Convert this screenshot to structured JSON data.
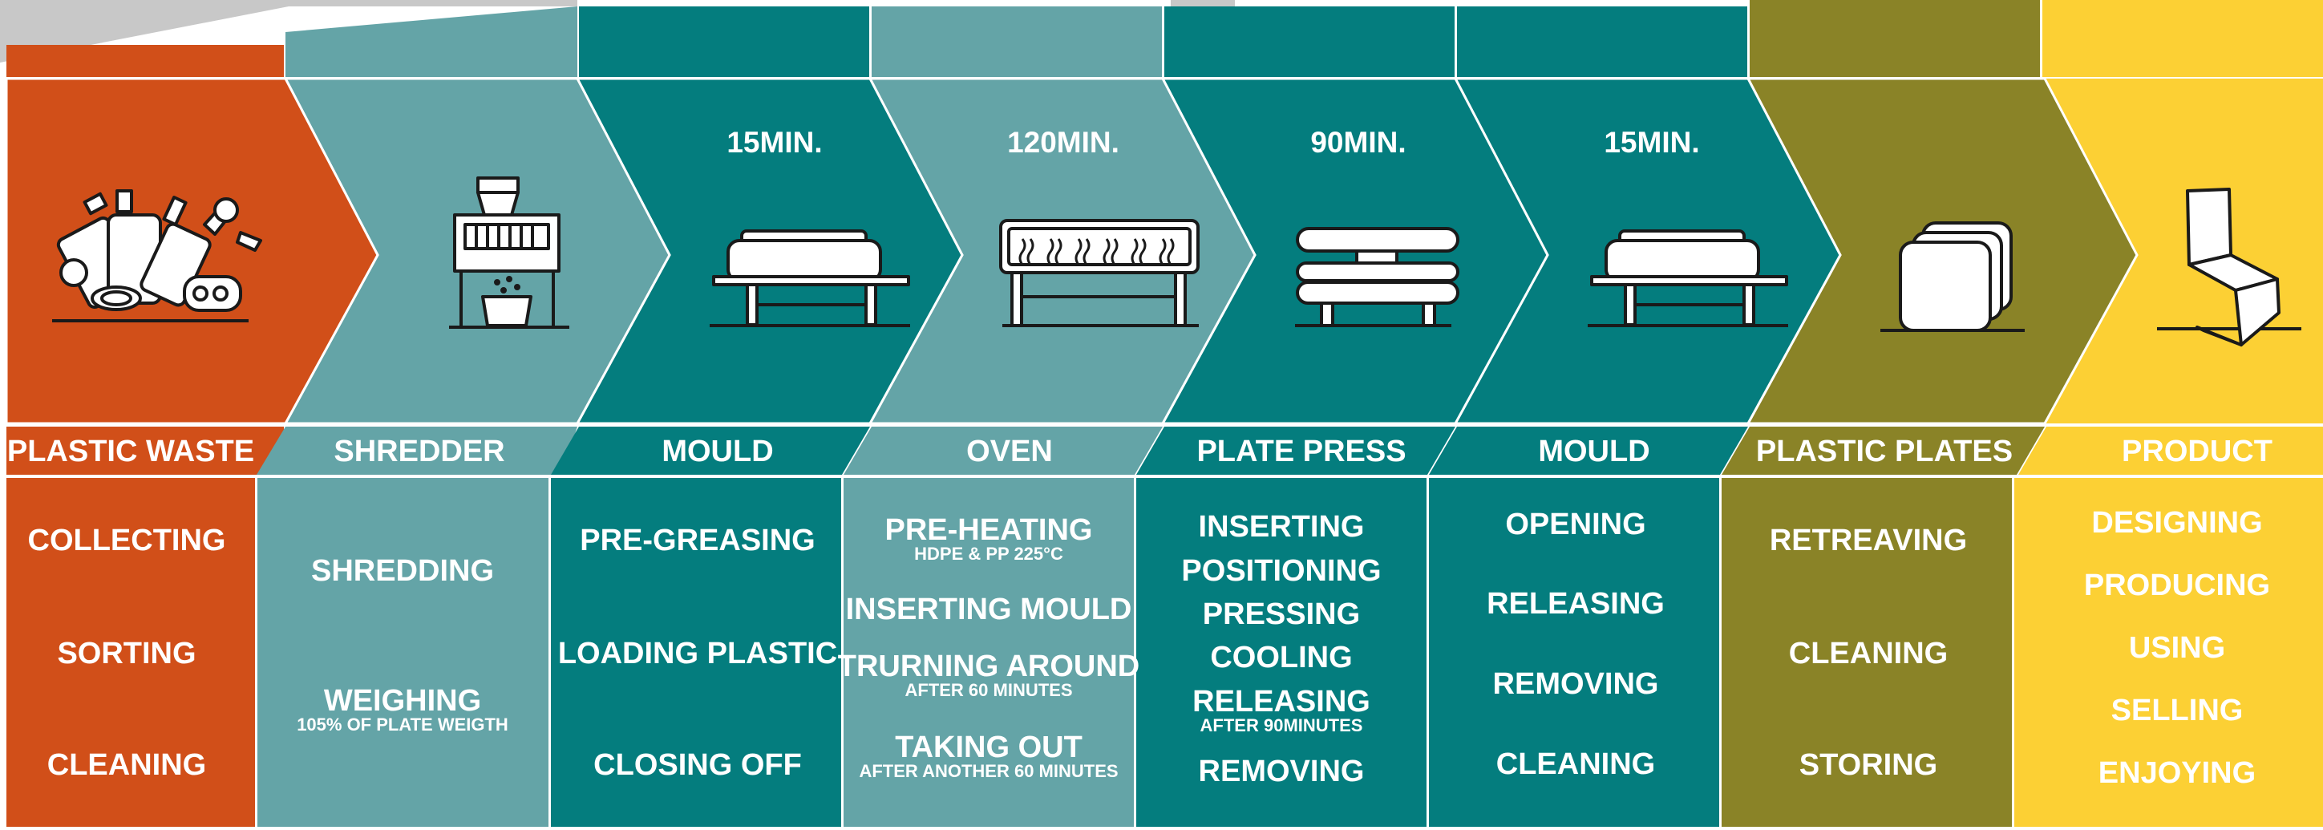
{
  "colors": {
    "orange": "#D14F19",
    "light_teal": "#64A4A7",
    "teal": "#047D7E",
    "olive": "#8A8327",
    "yellow": "#FCD034",
    "grey": "#C8C8C8",
    "white": "#FFFFFF"
  },
  "top_banner_text": "",
  "stages": [
    {
      "id": "plastic-waste",
      "color": "#D14F19",
      "time": "",
      "icon": "plastic-waste-icon",
      "label": "PLASTIC WASTE",
      "steps": [
        {
          "text": "COLLECTING",
          "note": ""
        },
        {
          "text": "SORTING",
          "note": ""
        },
        {
          "text": "CLEANING",
          "note": ""
        }
      ]
    },
    {
      "id": "shredder",
      "color": "#64A4A7",
      "time": "",
      "icon": "shredder-icon",
      "label": "SHREDDER",
      "steps": [
        {
          "text": "SHREDDING",
          "note": ""
        },
        {
          "text": "WEIGHING",
          "note": "105% OF PLATE WEIGTH"
        }
      ]
    },
    {
      "id": "mould-1",
      "color": "#047D7E",
      "time": "15MIN.",
      "icon": "mould-icon",
      "label": "MOULD",
      "steps": [
        {
          "text": "PRE-GREASING",
          "note": ""
        },
        {
          "text": "LOADING PLASTIC",
          "note": ""
        },
        {
          "text": "CLOSING OFF",
          "note": ""
        }
      ]
    },
    {
      "id": "oven",
      "color": "#64A4A7",
      "time": "120MIN.",
      "icon": "oven-icon",
      "label": "OVEN",
      "steps": [
        {
          "text": "PRE-HEATING",
          "note": "HDPE & PP 225°C"
        },
        {
          "text": "INSERTING MOULD",
          "note": ""
        },
        {
          "text": "TRURNING AROUND",
          "note": "AFTER 60 MINUTES"
        },
        {
          "text": "TAKING OUT",
          "note": "AFTER ANOTHER 60 MINUTES"
        }
      ]
    },
    {
      "id": "plate-press",
      "color": "#047D7E",
      "time": "90MIN.",
      "icon": "plate-press-icon",
      "label": "PLATE PRESS",
      "steps": [
        {
          "text": "INSERTING",
          "note": ""
        },
        {
          "text": "POSITIONING",
          "note": ""
        },
        {
          "text": "PRESSING",
          "note": ""
        },
        {
          "text": "COOLING",
          "note": ""
        },
        {
          "text": "RELEASING",
          "note": "AFTER 90MINUTES"
        },
        {
          "text": "REMOVING",
          "note": ""
        }
      ]
    },
    {
      "id": "mould-2",
      "color": "#047D7E",
      "time": "15MIN.",
      "icon": "mould-icon",
      "label": "MOULD",
      "steps": [
        {
          "text": "OPENING",
          "note": ""
        },
        {
          "text": "RELEASING",
          "note": ""
        },
        {
          "text": "REMOVING",
          "note": ""
        },
        {
          "text": "CLEANING",
          "note": ""
        }
      ]
    },
    {
      "id": "plastic-plates",
      "color": "#8A8327",
      "time": "",
      "icon": "plastic-plates-icon",
      "label": "PLASTIC PLATES",
      "steps": [
        {
          "text": "RETREAVING",
          "note": ""
        },
        {
          "text": "CLEANING",
          "note": ""
        },
        {
          "text": "STORING",
          "note": ""
        }
      ]
    },
    {
      "id": "product",
      "color": "#FCD034",
      "time": "",
      "icon": "chair-product-icon",
      "label": "PRODUCT",
      "steps": [
        {
          "text": "DESIGNING",
          "note": ""
        },
        {
          "text": "PRODUCING",
          "note": ""
        },
        {
          "text": "USING",
          "note": ""
        },
        {
          "text": "SELLING",
          "note": ""
        },
        {
          "text": "ENJOYING",
          "note": ""
        }
      ]
    }
  ]
}
